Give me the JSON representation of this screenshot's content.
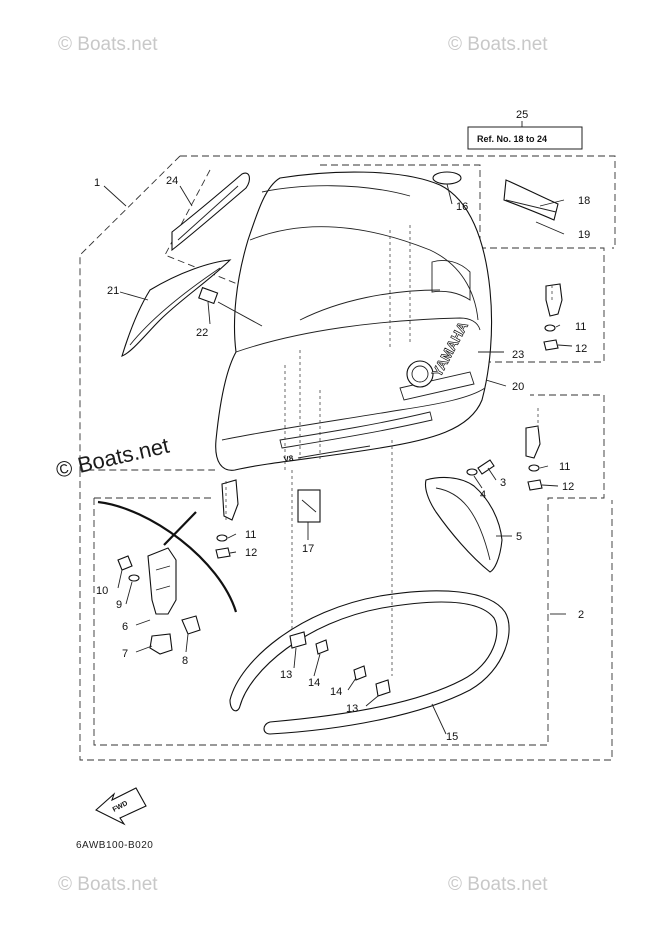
{
  "watermarks": {
    "top_left": "© Boats.net",
    "top_right": "© Boats.net",
    "center_left": "© Boats.net",
    "bottom_left": "© Boats.net",
    "bottom_right": "© Boats.net"
  },
  "reference_box": {
    "number": "25",
    "text": "Ref. No. 18 to 24"
  },
  "callouts": {
    "c1": "1",
    "c2": "2",
    "c3": "3",
    "c4": "4",
    "c5": "5",
    "c6": "6",
    "c7": "7",
    "c8": "8",
    "c9": "9",
    "c10": "10",
    "c11a": "11",
    "c11b": "11",
    "c11c": "11",
    "c12a": "12",
    "c12b": "12",
    "c12c": "12",
    "c13a": "13",
    "c13b": "13",
    "c14a": "14",
    "c14b": "14",
    "c15": "15",
    "c16": "16",
    "c17": "17",
    "c18": "18",
    "c19": "19",
    "c20": "20",
    "c21": "21",
    "c22": "22",
    "c23": "23",
    "c24": "24"
  },
  "logos": {
    "brand": "YAMAHA",
    "engine_badge": "V8",
    "fwd_arrow": "FWD"
  },
  "diagram_code": "6AWB100-B020",
  "colors": {
    "line": "#111111",
    "watermark": "#c8c8c8",
    "background": "#ffffff"
  }
}
